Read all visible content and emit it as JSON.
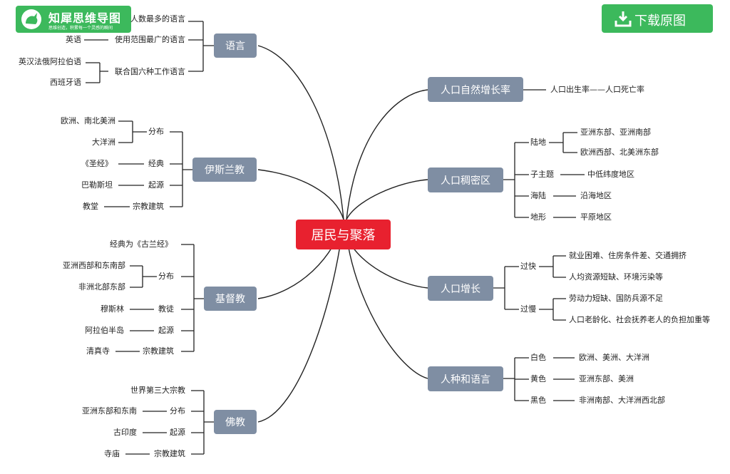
{
  "logo": {
    "title": "知犀思维导图",
    "subtitle": "思维创造，积累每一个灵感的瞬间"
  },
  "download": {
    "label": "下载原图"
  },
  "root": "居民与聚落",
  "left": {
    "language": {
      "title": "语言",
      "items": {
        "most_users": "人数最多的语言",
        "widest": "使用范围最广的语言",
        "widest_value": "英语",
        "un": "联合国六种工作语言",
        "un_values": [
          "英汉法俄阿拉伯语",
          "西班牙语"
        ]
      }
    },
    "islam": {
      "title": "伊斯兰教",
      "dist_label": "分布",
      "dist_values": [
        "欧洲、南北美洲",
        "大洋洲"
      ],
      "classic_label": "经典",
      "classic_value": "《圣经》",
      "origin_label": "起源",
      "origin_value": "巴勒斯坦",
      "building_label": "宗教建筑",
      "building_value": "教堂"
    },
    "christianity": {
      "title": "基督教",
      "classic": "经典为《古兰经》",
      "dist_label": "分布",
      "dist_values": [
        "亚洲西部和东南部",
        "非洲北部东部"
      ],
      "believer_label": "教徒",
      "believer_value": "穆斯林",
      "origin_label": "起源",
      "origin_value": "阿拉伯半岛",
      "building_label": "宗教建筑",
      "building_value": "清真寺"
    },
    "buddhism": {
      "title": "佛教",
      "rank": "世界第三大宗教",
      "dist_label": "分布",
      "dist_value": "亚洲东部和东南",
      "origin_label": "起源",
      "origin_value": "古印度",
      "building_label": "宗教建筑",
      "building_value": "寺庙"
    }
  },
  "right": {
    "natural": {
      "title": "人口自然增长率",
      "value": "人口出生率——人口死亡率"
    },
    "density": {
      "title": "人口稠密区",
      "land_label": "陆地",
      "land_values": [
        "亚洲东部、亚洲南部",
        "欧洲西部、北美洲东部"
      ],
      "theme_label": "子主题",
      "theme_value": "中低纬度地区",
      "sea_label": "海陆",
      "sea_value": "沿海地区",
      "terrain_label": "地形",
      "terrain_value": "平原地区"
    },
    "growth": {
      "title": "人口增长",
      "fast_label": "过快",
      "fast_values": [
        "就业困难、住房条件差、交通拥挤",
        "人均资源短缺、环境污染等"
      ],
      "slow_label": "过慢",
      "slow_values": [
        "劳动力短缺、国防兵源不足",
        "人口老龄化、社会抚养老人的负担加重等"
      ]
    },
    "race": {
      "title": "人种和语言",
      "white_label": "白色",
      "white_value": "欧洲、美洲、大洋洲",
      "yellow_label": "黄色",
      "yellow_value": "亚洲东部、美洲",
      "black_label": "黑色",
      "black_value": "非洲南部、大洋洲西北部"
    }
  },
  "colors": {
    "node": "#7f8ea3",
    "root": "#e8212f",
    "brand": "#3cb95c",
    "line": "#222222"
  }
}
